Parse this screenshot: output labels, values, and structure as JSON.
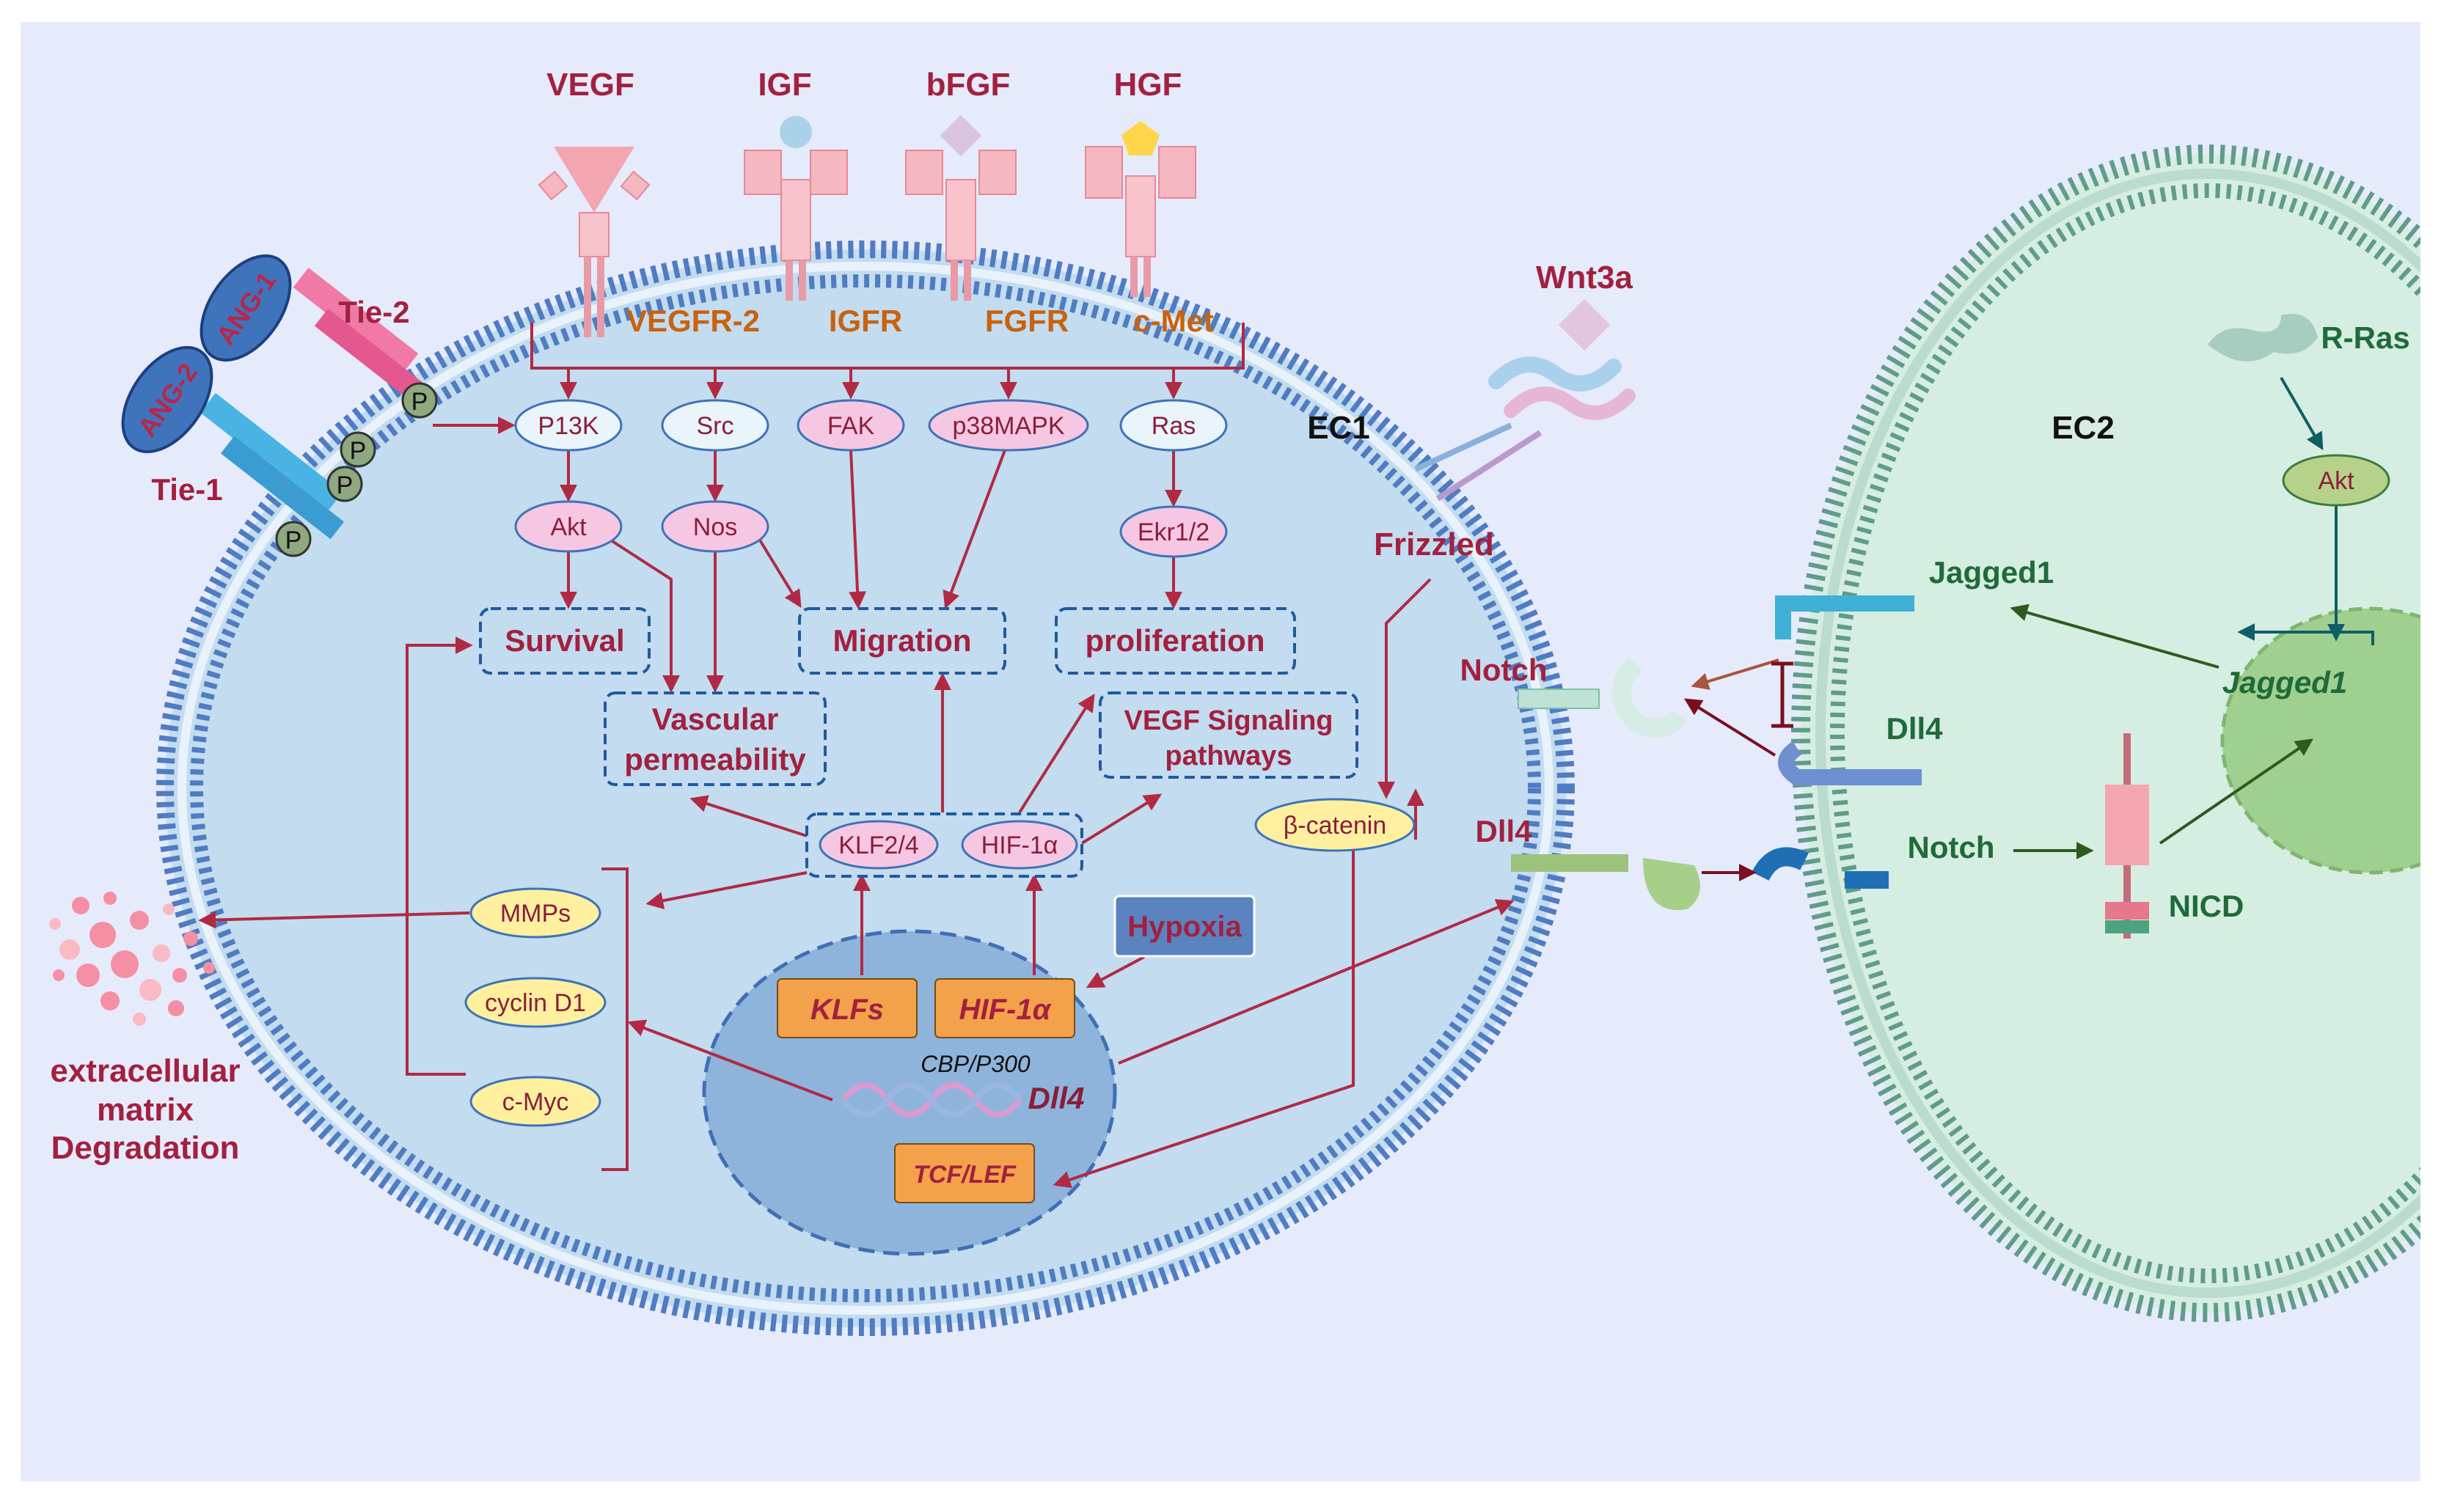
{
  "colors": {
    "background": "#e6ebfb",
    "ec1_fill": "#c3dcef",
    "ec2_fill": "#d6ede2",
    "membrane": "#4f7cc2",
    "membrane_ec2": "#5f9c8a",
    "nucleus": "#8fb4dc",
    "arrow": "#b02a44",
    "pink_node": "#f6c7e3",
    "yellow_node": "#fff0a0",
    "orange_box": "#f3a24b",
    "hypoxia": "#5a83c0"
  },
  "ligands": {
    "vegf": "VEGF",
    "igf": "IGF",
    "bfgf": "bFGF",
    "hgf": "HGF",
    "wnt3a": "Wnt3a",
    "ang2": "ANG-2",
    "ang1": "ANG-1"
  },
  "receptors": {
    "vegfr2": "VEGFR-2",
    "igfr": "IGFR",
    "fgfr": "FGFR",
    "cmet": "c-Met",
    "tie2": "Tie-2",
    "tie1": "Tie-1",
    "frizzled": "Frizzled",
    "phospho": "P"
  },
  "cells": {
    "ec1": "EC1",
    "ec2": "EC2"
  },
  "nodes": {
    "p13k": "P13K",
    "src": "Src",
    "fak": "FAK",
    "p38mapk": "p38MAPK",
    "ras": "Ras",
    "akt": "Akt",
    "nos": "Nos",
    "ekr12": "Ekr1/2",
    "klf24": "KLF2/4",
    "hif1a": "HIF-1α",
    "beta_catenin": "β-catenin",
    "mmps": "MMPs",
    "cyclin_d1": "cyclin D1",
    "c_myc": "c-Myc",
    "ec2_akt": "Akt"
  },
  "outcomes": {
    "survival": "Survival",
    "migration": "Migration",
    "proliferation": "proliferation",
    "vascular_permeability_line1": "Vascular",
    "vascular_permeability_line2": "permeability",
    "vegf_signaling_line1": "VEGF Signaling",
    "vegf_signaling_line2": "pathways"
  },
  "nucleus": {
    "hypoxia": "Hypoxia",
    "klfs": "KLFs",
    "hif1a": "HIF-1α",
    "cbp_p300": "CBP/P300",
    "dll4": "Dll4",
    "tcf_lef": "TCF/LEF"
  },
  "ecm": {
    "line1": "extracellular",
    "line2": "matrix",
    "line3": "Degradation"
  },
  "notch": {
    "ec1_notch": "Notch",
    "ec1_dll4": "Dll4",
    "jagged1": "Jagged1",
    "ec2_dll4": "Dll4",
    "ec2_notch": "Notch",
    "nicd": "NICD",
    "r_ras": "R-Ras",
    "jagged1_gene": "Jagged1"
  }
}
